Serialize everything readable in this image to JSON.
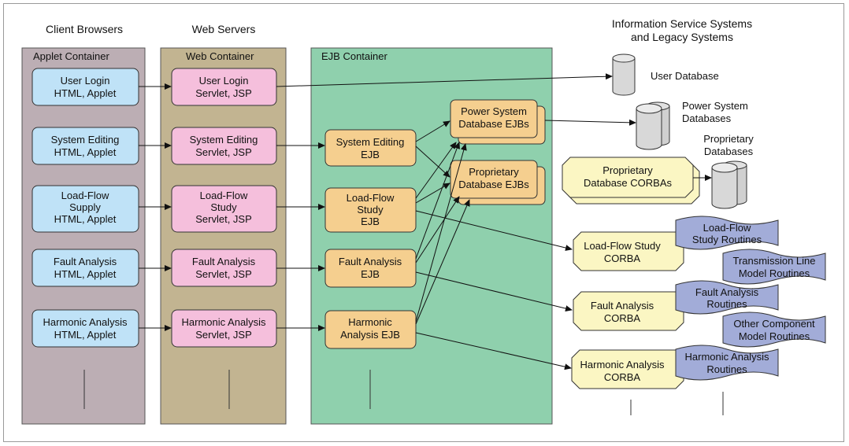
{
  "headers": {
    "client": "Client Browsers",
    "web": "Web Servers",
    "info_1": "Information Service Systems",
    "info_2": "and Legacy Systems"
  },
  "containers": {
    "applet": "Applet Container",
    "web": "Web Container",
    "ejb": "EJB Container"
  },
  "applet_boxes": [
    [
      "User Login",
      "HTML, Applet"
    ],
    [
      "System Editing",
      "HTML, Applet"
    ],
    [
      "Load-Flow",
      "Supply",
      "HTML, Applet"
    ],
    [
      "Fault Analysis",
      "HTML, Applet"
    ],
    [
      "Harmonic Analysis",
      "HTML, Applet"
    ]
  ],
  "web_boxes": [
    [
      "User Login",
      "Servlet, JSP"
    ],
    [
      "System Editing",
      "Servlet, JSP"
    ],
    [
      "Load-Flow",
      "Study",
      "Servlet, JSP"
    ],
    [
      "Fault Analysis",
      "Servlet, JSP"
    ],
    [
      "Harmonic Analysis",
      "Servlet, JSP"
    ]
  ],
  "ejb_boxes": [
    [
      "System Editing",
      "EJB"
    ],
    [
      "Load-Flow",
      "Study",
      "EJB"
    ],
    [
      "Fault Analysis",
      "EJB"
    ],
    [
      "Harmonic",
      "Analysis EJB"
    ]
  ],
  "db_ejbs": [
    [
      "Power System",
      "Database EJBs"
    ],
    [
      "Proprietary",
      "Database EJBs"
    ]
  ],
  "databases": {
    "user": "User Database",
    "power_1": "Power System",
    "power_2": "Databases",
    "prop_1": "Proprietary",
    "prop_2": "Databases"
  },
  "corba": {
    "prop_db": [
      "Proprietary",
      "Database CORBAs"
    ],
    "loadflow": [
      "Load-Flow Study",
      "CORBA"
    ],
    "fault": [
      "Fault Analysis",
      "CORBA"
    ],
    "harmonic": [
      "Harmonic Analysis",
      "CORBA"
    ]
  },
  "routines": {
    "loadflow": [
      "Load-Flow",
      "Study Routines"
    ],
    "transmission": [
      "Transmission Line",
      "Model Routines"
    ],
    "fault": [
      "Fault Analysis",
      "Routines"
    ],
    "other": [
      "Other Component",
      "Model Routines"
    ],
    "harmonic": [
      "Harmonic Analysis",
      "Routines"
    ]
  },
  "colors": {
    "applet_bg": "#bcaeb4",
    "web_bg": "#c2b491",
    "ejb_bg": "#8fd0ad",
    "applet_box": "#bfe2f7",
    "web_box": "#f5bfdc",
    "ejb_box": "#f5cf8f",
    "corba": "#fbf6c3",
    "routine": "#a2acd8",
    "cyl": "#d8d8d8"
  }
}
